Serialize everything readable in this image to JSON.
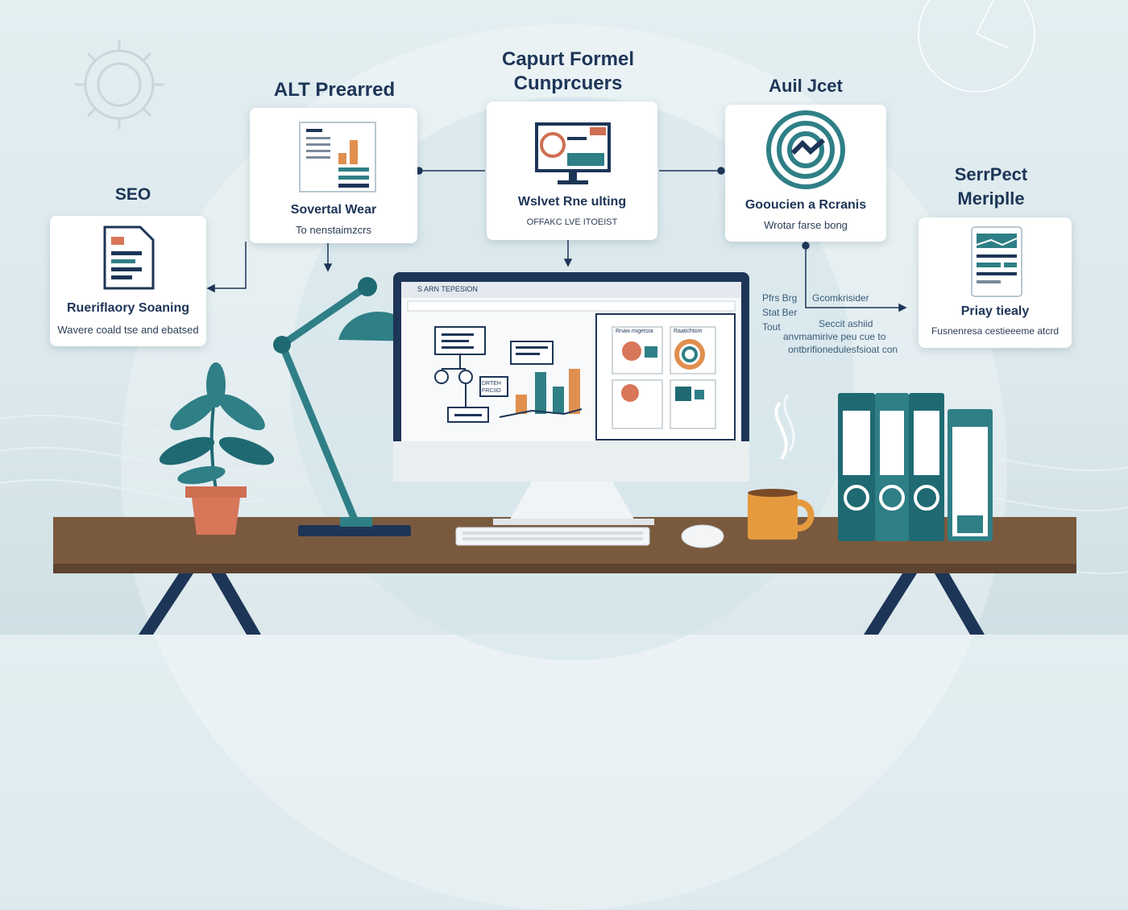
{
  "headings": {
    "alt": "ALT Prearred",
    "center_line1": "Capurt Formel",
    "center_line2": "Cunprcuers",
    "right": "Auil Jcet",
    "seo": "SEO",
    "far_right_line1": "SerrPect",
    "far_right_line2": "Meriplle"
  },
  "cards": {
    "seo": {
      "caption": "Rueriflaory Soaning",
      "sub": "Wavere coald tse and ebatsed"
    },
    "alt": {
      "caption": "Sovertal Wear",
      "sub": "To nenstaimzcrs"
    },
    "center": {
      "caption": "Wslvet Rne ulting",
      "sub": "OFFAKC LVE ITOEIST"
    },
    "right": {
      "caption": "Gooucien a Rcranis",
      "sub": "Wrotar farse bong"
    },
    "far_right": {
      "caption": "Priay tiealy",
      "sub": "Fusnenresa cestieeeme atcrd"
    }
  },
  "side_notes": {
    "line1a": "Pfrs Brg",
    "line1b": "Gcomkrisider",
    "line2a": "Stat Ber",
    "line2b": "Seccit ashiid",
    "line3a": "Tout",
    "line3b": "anvmamirive peu cue to",
    "line4": "ontbrifionedulesfsioat con"
  },
  "monitor": {
    "tab": "S ARN TEPESION",
    "flow_label": "DRTEH FRCIIO",
    "panel1_title": "Rnaw migetsra",
    "panel2_title": "Raatichtom"
  },
  "colors": {
    "navy": "#1d3557",
    "teal": "#2f7f86",
    "deep_teal": "#1f6a72",
    "orange": "#e08f4f",
    "terracotta": "#cf6f52",
    "wood": "#7a5a3e"
  }
}
